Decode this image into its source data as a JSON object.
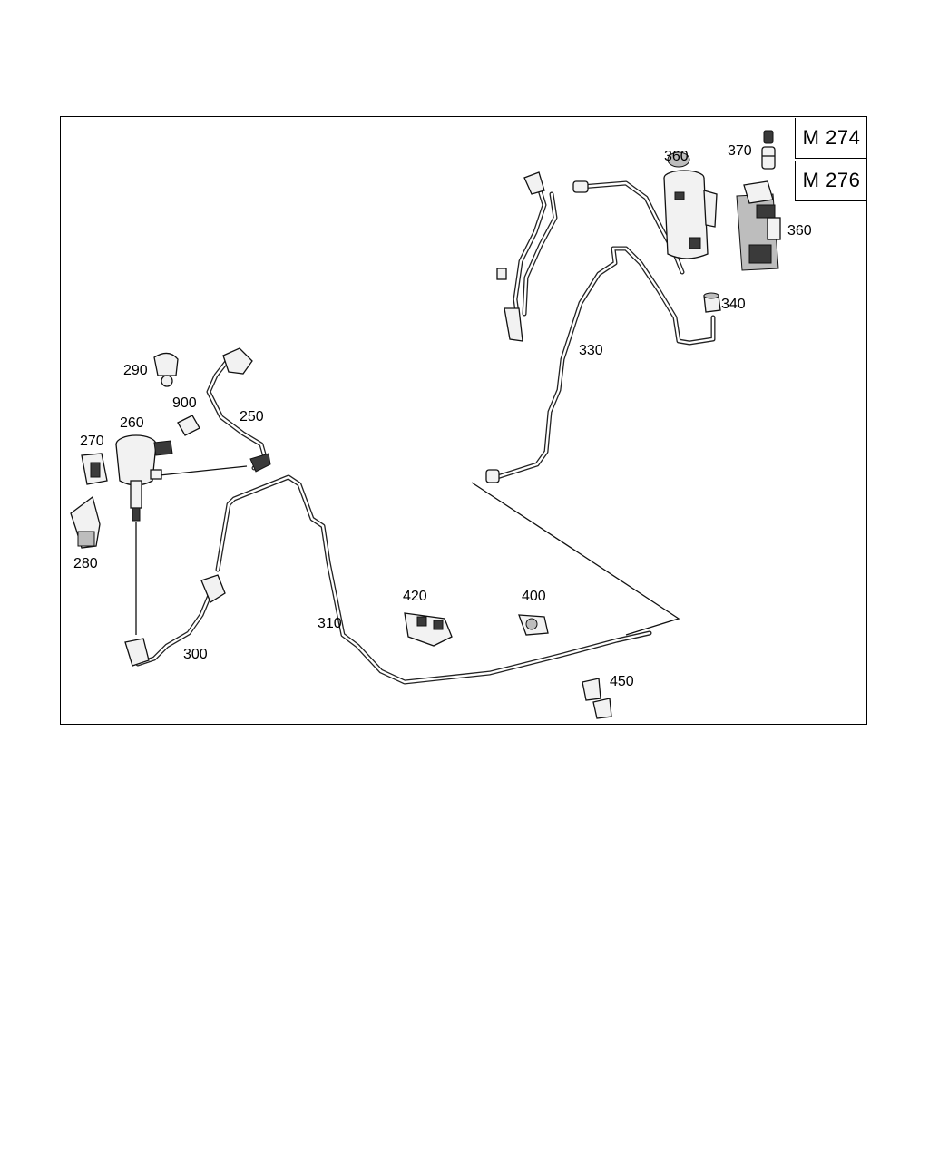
{
  "engine_labels": [
    "M 274",
    "M 276"
  ],
  "part_numbers": {
    "p250": "250",
    "p260": "260",
    "p270": "270",
    "p280": "280",
    "p290": "290",
    "p300": "300",
    "p310": "310",
    "p330": "330",
    "p340": "340",
    "p360a": "360",
    "p360b": "360",
    "p370": "370",
    "p400": "400",
    "p420": "420",
    "p450": "450",
    "p900": "900"
  }
}
